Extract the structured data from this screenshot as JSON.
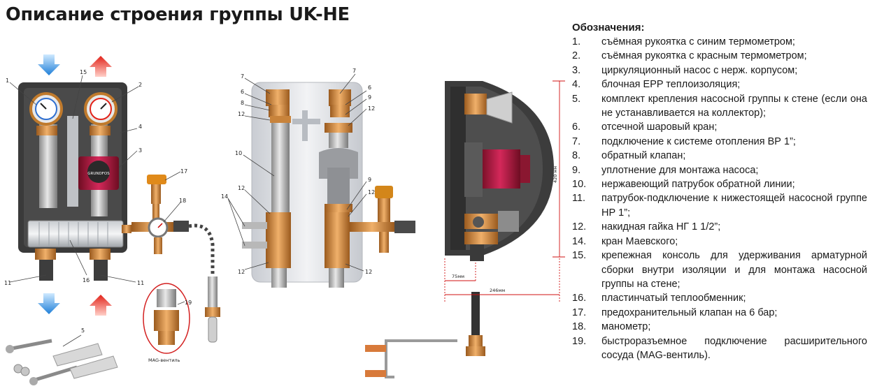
{
  "title": "Описание строения группы UK-HE",
  "legend": {
    "heading": "Обозначения:",
    "items": [
      {
        "num": "1.",
        "text": " съёмная рукоятка с синим термометром;"
      },
      {
        "num": "2.",
        "text": "съёмная рукоятка с красным термометром;"
      },
      {
        "num": "3.",
        "text": "циркуляционный насос с нерж. корпусом;"
      },
      {
        "num": "4.",
        "text": "блочная EPP теплоизоляция;"
      },
      {
        "num": "5.",
        "text": "комплект крепления насосной группы к стене (если она не устанавливается на коллектор);"
      },
      {
        "num": "6.",
        "text": "отсечной шаровый кран;"
      },
      {
        "num": "7.",
        "text": "подключение к системе отопления ВР 1”;"
      },
      {
        "num": "8.",
        "text": "обратный клапан;"
      },
      {
        "num": "9.",
        "text": "уплотнение для монтажа насоса;"
      },
      {
        "num": "10.",
        "text": "нержавеющий патрубок обратной линии;"
      },
      {
        "num": "11.",
        "text": "патрубок-подключение к нижестоящей насосной группе НР 1”;"
      },
      {
        "num": "12.",
        "text": "накидная гайка НГ 1 1/2”;"
      },
      {
        "num": "14.",
        "text": "кран Маевского;"
      },
      {
        "num": "15.",
        "text": "крепежная консоль для удерживания арматурной сборки внутри изоляции и для монтажа насосной группы на стене;"
      },
      {
        "num": "16.",
        "text": "пластинчатый теплообменник;"
      },
      {
        "num": "17.",
        "text": "предохранительный клапан на 6 бар;"
      },
      {
        "num": "18.",
        "text": "манометр;"
      },
      {
        "num": "19.",
        "text": "быстроразъемное подключение расширительного сосуда (MAG-вентиль)."
      }
    ]
  },
  "callouts": {
    "c1": "1",
    "c2": "2",
    "c3": "3",
    "c4": "4",
    "c5": "5",
    "c6": "6",
    "c7": "7",
    "c8": "8",
    "c9": "9",
    "c10": "10",
    "c11": "11",
    "c12": "12",
    "c14": "14",
    "c15": "15",
    "c16": "16",
    "c17": "17",
    "c18": "18",
    "c19": "19"
  },
  "labels": {
    "mag_valve": "MAG-вентиль",
    "dim_height": "420 мм",
    "dim_depth_small": "75мм",
    "dim_depth_total": "246мм",
    "pump_brand": "GRUNDFOS"
  },
  "colors": {
    "insulation": "#3a3a3a",
    "brass": "#c8833b",
    "pump_red": "#b0163a",
    "blue_flow": "#2f8fe0",
    "red_flow": "#e2231a",
    "dimension": "#d01010"
  }
}
